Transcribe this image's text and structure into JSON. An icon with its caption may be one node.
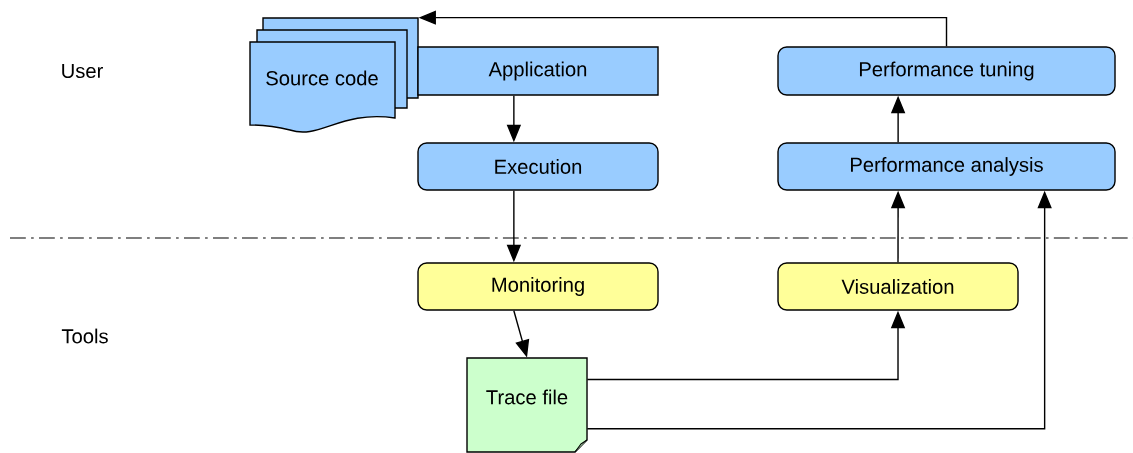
{
  "diagram": {
    "nodes": [
      {
        "text": [
          "Source code"
        ]
      },
      {
        "text": [
          "Application"
        ]
      },
      {
        "text": [
          "Execution"
        ]
      },
      {
        "text": [
          "Performance tuning"
        ]
      },
      {
        "text": [
          "Performance analysis"
        ]
      },
      {
        "text": [
          "Monitoring"
        ]
      },
      {
        "text": [
          "Visualization"
        ]
      },
      {
        "text": [
          "Trace file"
        ]
      }
    ],
    "edges": [
      {
        "from": 1,
        "to": 2,
        "arrow": "to"
      },
      {
        "from": 2,
        "to": 5,
        "arrow": "to"
      },
      {
        "from": 5,
        "to": 7,
        "arrow": "to"
      },
      {
        "from": 7,
        "to": 6,
        "arrow": "to"
      },
      {
        "from": 7,
        "to": 4,
        "arrow": "to"
      },
      {
        "from": 6,
        "to": 4,
        "arrow": "to"
      },
      {
        "from": 4,
        "to": 3,
        "arrow": "to"
      },
      {
        "from": 3,
        "to": 0,
        "arrow": "to"
      }
    ],
    "labels": [
      "User",
      "Tools"
    ]
  }
}
